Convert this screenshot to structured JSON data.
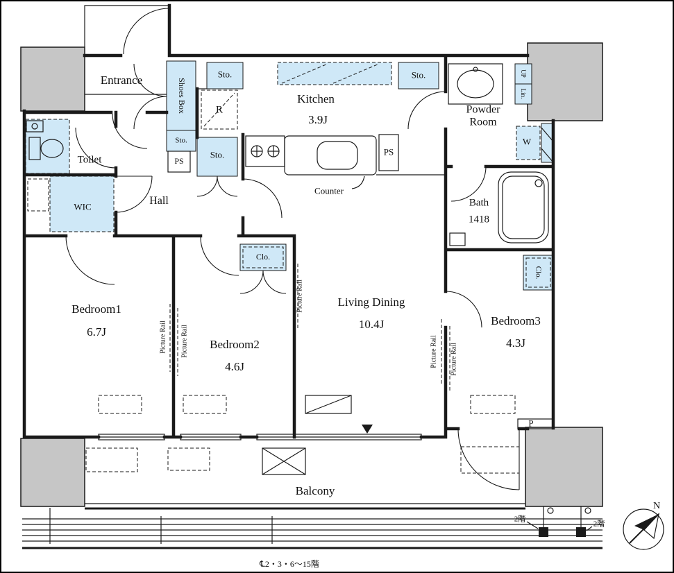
{
  "colors": {
    "fixture_blue": "#cfe8f7",
    "column_gray": "#c6c6c6",
    "line_black": "#1a1a1a"
  },
  "rooms": {
    "entrance": "Entrance",
    "toilet": "Toilet",
    "wic": "WIC",
    "hall": "Hall",
    "kitchen": {
      "name": "Kitchen",
      "size": "3.9J"
    },
    "powder_room": "Powder\nRoom",
    "bath": {
      "name": "Bath",
      "size": "1418"
    },
    "living_dining": {
      "name": "Living Dining",
      "size": "10.4J"
    },
    "bedroom1": {
      "name": "Bedroom1",
      "size": "6.7J"
    },
    "bedroom2": {
      "name": "Bedroom2",
      "size": "4.6J"
    },
    "bedroom3": {
      "name": "Bedroom3",
      "size": "4.3J"
    },
    "balcony": "Balcony"
  },
  "labels": {
    "shoes_box": "Shoes Box",
    "storage": "Sto.",
    "closet": "Clo.",
    "pipe_space": "PS",
    "refrigerator": "R",
    "washer": "W",
    "counter": "Counter",
    "picture_rail": "Picture Rail",
    "pole": "P",
    "up": "UP",
    "linen": "Lin."
  },
  "annotations": {
    "floor_2f": "2階",
    "floors_note": "℄2・3・6〜15階",
    "compass_north": "N"
  }
}
